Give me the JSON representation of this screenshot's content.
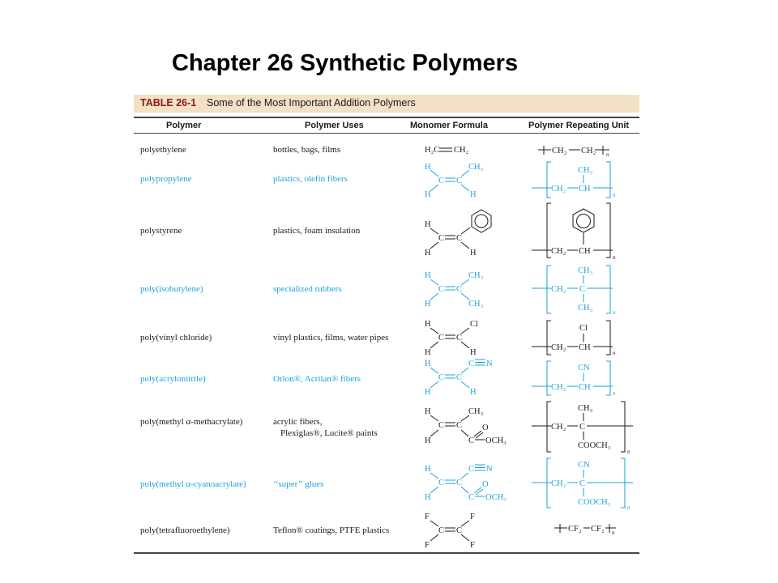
{
  "title": "Chapter 26  Synthetic Polymers",
  "table": {
    "number": "TABLE 26-1",
    "caption": "Some of the Most Important Addition Polymers",
    "headers": [
      "Polymer",
      "Polymer Uses",
      "Monomer Formula",
      "Polymer Repeating Unit"
    ],
    "rows": [
      {
        "polymer": "polyethylene",
        "uses": "bottles, bags, films",
        "uses2": "",
        "highlight": false
      },
      {
        "polymer": "polypropylene",
        "uses": "plastics, olefin fibers",
        "uses2": "",
        "highlight": true
      },
      {
        "polymer": "polystyrene",
        "uses": "plastics, foam insulation",
        "uses2": "",
        "highlight": false
      },
      {
        "polymer": "poly(isobutylene)",
        "uses": "specialized rubbers",
        "uses2": "",
        "highlight": true
      },
      {
        "polymer": "poly(vinyl chloride)",
        "uses": "vinyl plastics, films, water pipes",
        "uses2": "",
        "highlight": false
      },
      {
        "polymer": "poly(acrylonitrile)",
        "uses": "Orlon®, Acrilan® fibers",
        "uses2": "",
        "highlight": true
      },
      {
        "polymer": "poly(methyl α-methacrylate)",
        "uses": "acrylic fibers,",
        "uses2": "Plexiglas®, Lucite® paints",
        "highlight": false
      },
      {
        "polymer": "poly(methyl α-cyanoacrylate)",
        "uses": "‘‘super’’ glues",
        "uses2": "",
        "highlight": true
      },
      {
        "polymer": "poly(tetrafluoroethylene)",
        "uses": "Teflon® coatings, PTFE plastics",
        "uses2": "",
        "highlight": false
      }
    ]
  },
  "chem": {
    "H": "H",
    "F": "F",
    "C": "C",
    "Cl": "Cl",
    "N": "N",
    "O": "O",
    "n": "n",
    "CH3": "CH₃",
    "CH2": "CH₂",
    "CH": "CH",
    "CN": "CN",
    "CF2": "CF₂",
    "OCH3": "OCH₃",
    "COOCH3": "COOCH₃",
    "H2C": "H₂C"
  },
  "colors": {
    "accent": "#1ba3d6",
    "text": "#1a1a1a",
    "banner": "#f2e1c6",
    "banner_label": "#8a1c12"
  }
}
